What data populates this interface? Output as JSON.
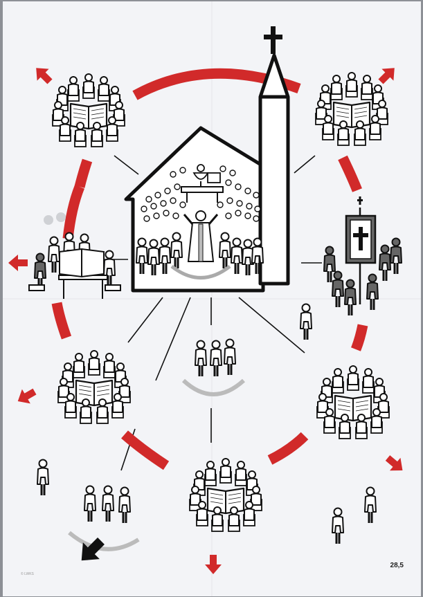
{
  "poster": {
    "page_number": "28,5",
    "credit": "© LWKS",
    "colors": {
      "paper": "#f3f4f7",
      "ring": "#d12a2a",
      "figure_fill": "#ffffff",
      "figure_dark": "#555555",
      "outline": "#111111",
      "shadow": "#cfd1d5"
    }
  },
  "church": {
    "has_cross": true,
    "has_altar": true
  },
  "groups": [
    {
      "name": "bible-circle-top-left"
    },
    {
      "name": "bible-circle-top-right"
    },
    {
      "name": "table-group-left"
    },
    {
      "name": "procession-right"
    },
    {
      "name": "bible-circle-middle-left"
    },
    {
      "name": "bible-circle-middle-right"
    },
    {
      "name": "bible-circle-bottom-center"
    }
  ],
  "arrows": [
    {
      "name": "arrow-top-left"
    },
    {
      "name": "arrow-top-right"
    },
    {
      "name": "arrow-left"
    },
    {
      "name": "arrow-middle-left"
    },
    {
      "name": "arrow-right-lower"
    },
    {
      "name": "arrow-bottom"
    },
    {
      "name": "arrow-bottom-left-black"
    }
  ]
}
